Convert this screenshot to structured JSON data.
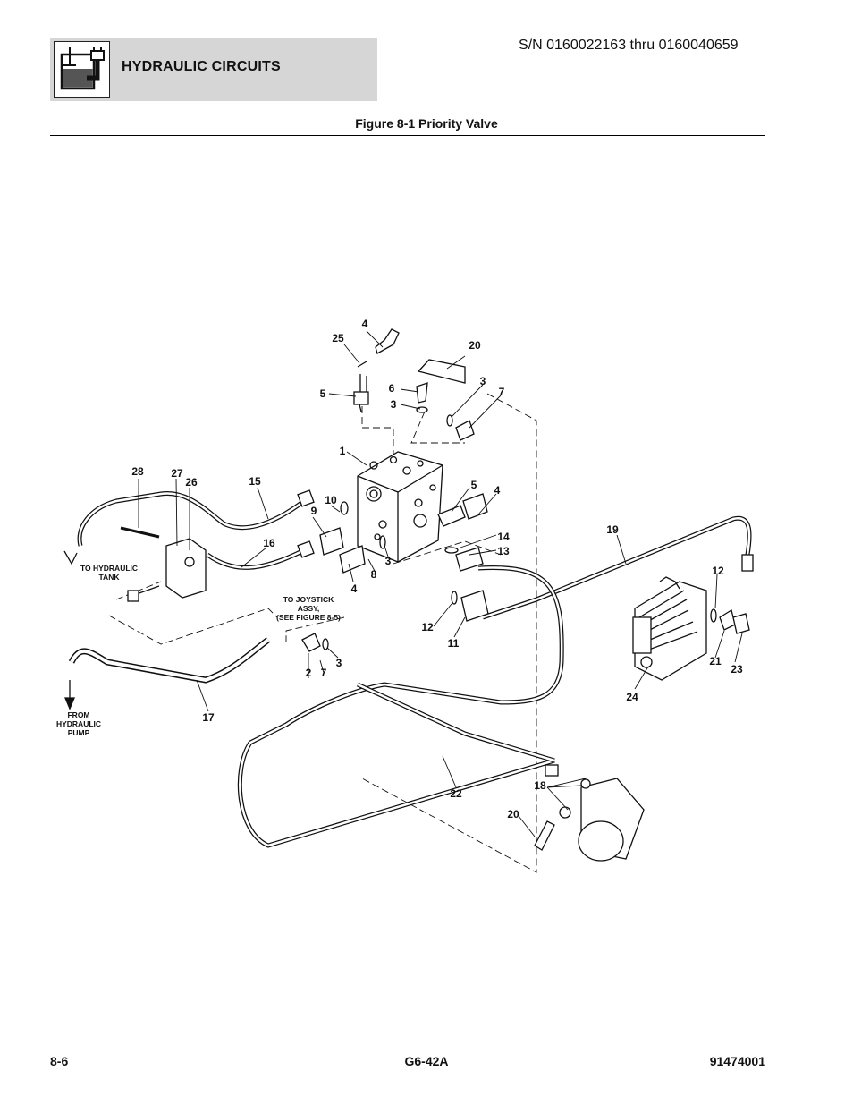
{
  "header": {
    "section_title": "HYDRAULIC CIRCUITS",
    "serial_range": "S/N 0160022163 thru 0160040659",
    "icon": "hydraulic-tank-icon"
  },
  "figure": {
    "caption": "Figure 8-1 Priority Valve",
    "notes": {
      "to_tank_1": "TO HYDRAULIC",
      "to_tank_2": "TANK",
      "joystick_1": "TO JOYSTICK",
      "joystick_2": "ASSY,",
      "joystick_3": "(SEE FIGURE 8-5)",
      "pump_1": "FROM",
      "pump_2": "HYDRAULIC",
      "pump_3": "PUMP"
    },
    "callouts": [
      "4",
      "25",
      "20",
      "5",
      "6",
      "3",
      "3",
      "7",
      "1",
      "28",
      "27",
      "26",
      "15",
      "5",
      "4",
      "10",
      "9",
      "16",
      "14",
      "13",
      "4",
      "8",
      "3",
      "19",
      "12",
      "12",
      "11",
      "21",
      "23",
      "24",
      "2",
      "7",
      "3",
      "17",
      "18",
      "20",
      "22"
    ]
  },
  "footer": {
    "page_number": "8-6",
    "model": "G6-42A",
    "part_number": "91474001"
  }
}
